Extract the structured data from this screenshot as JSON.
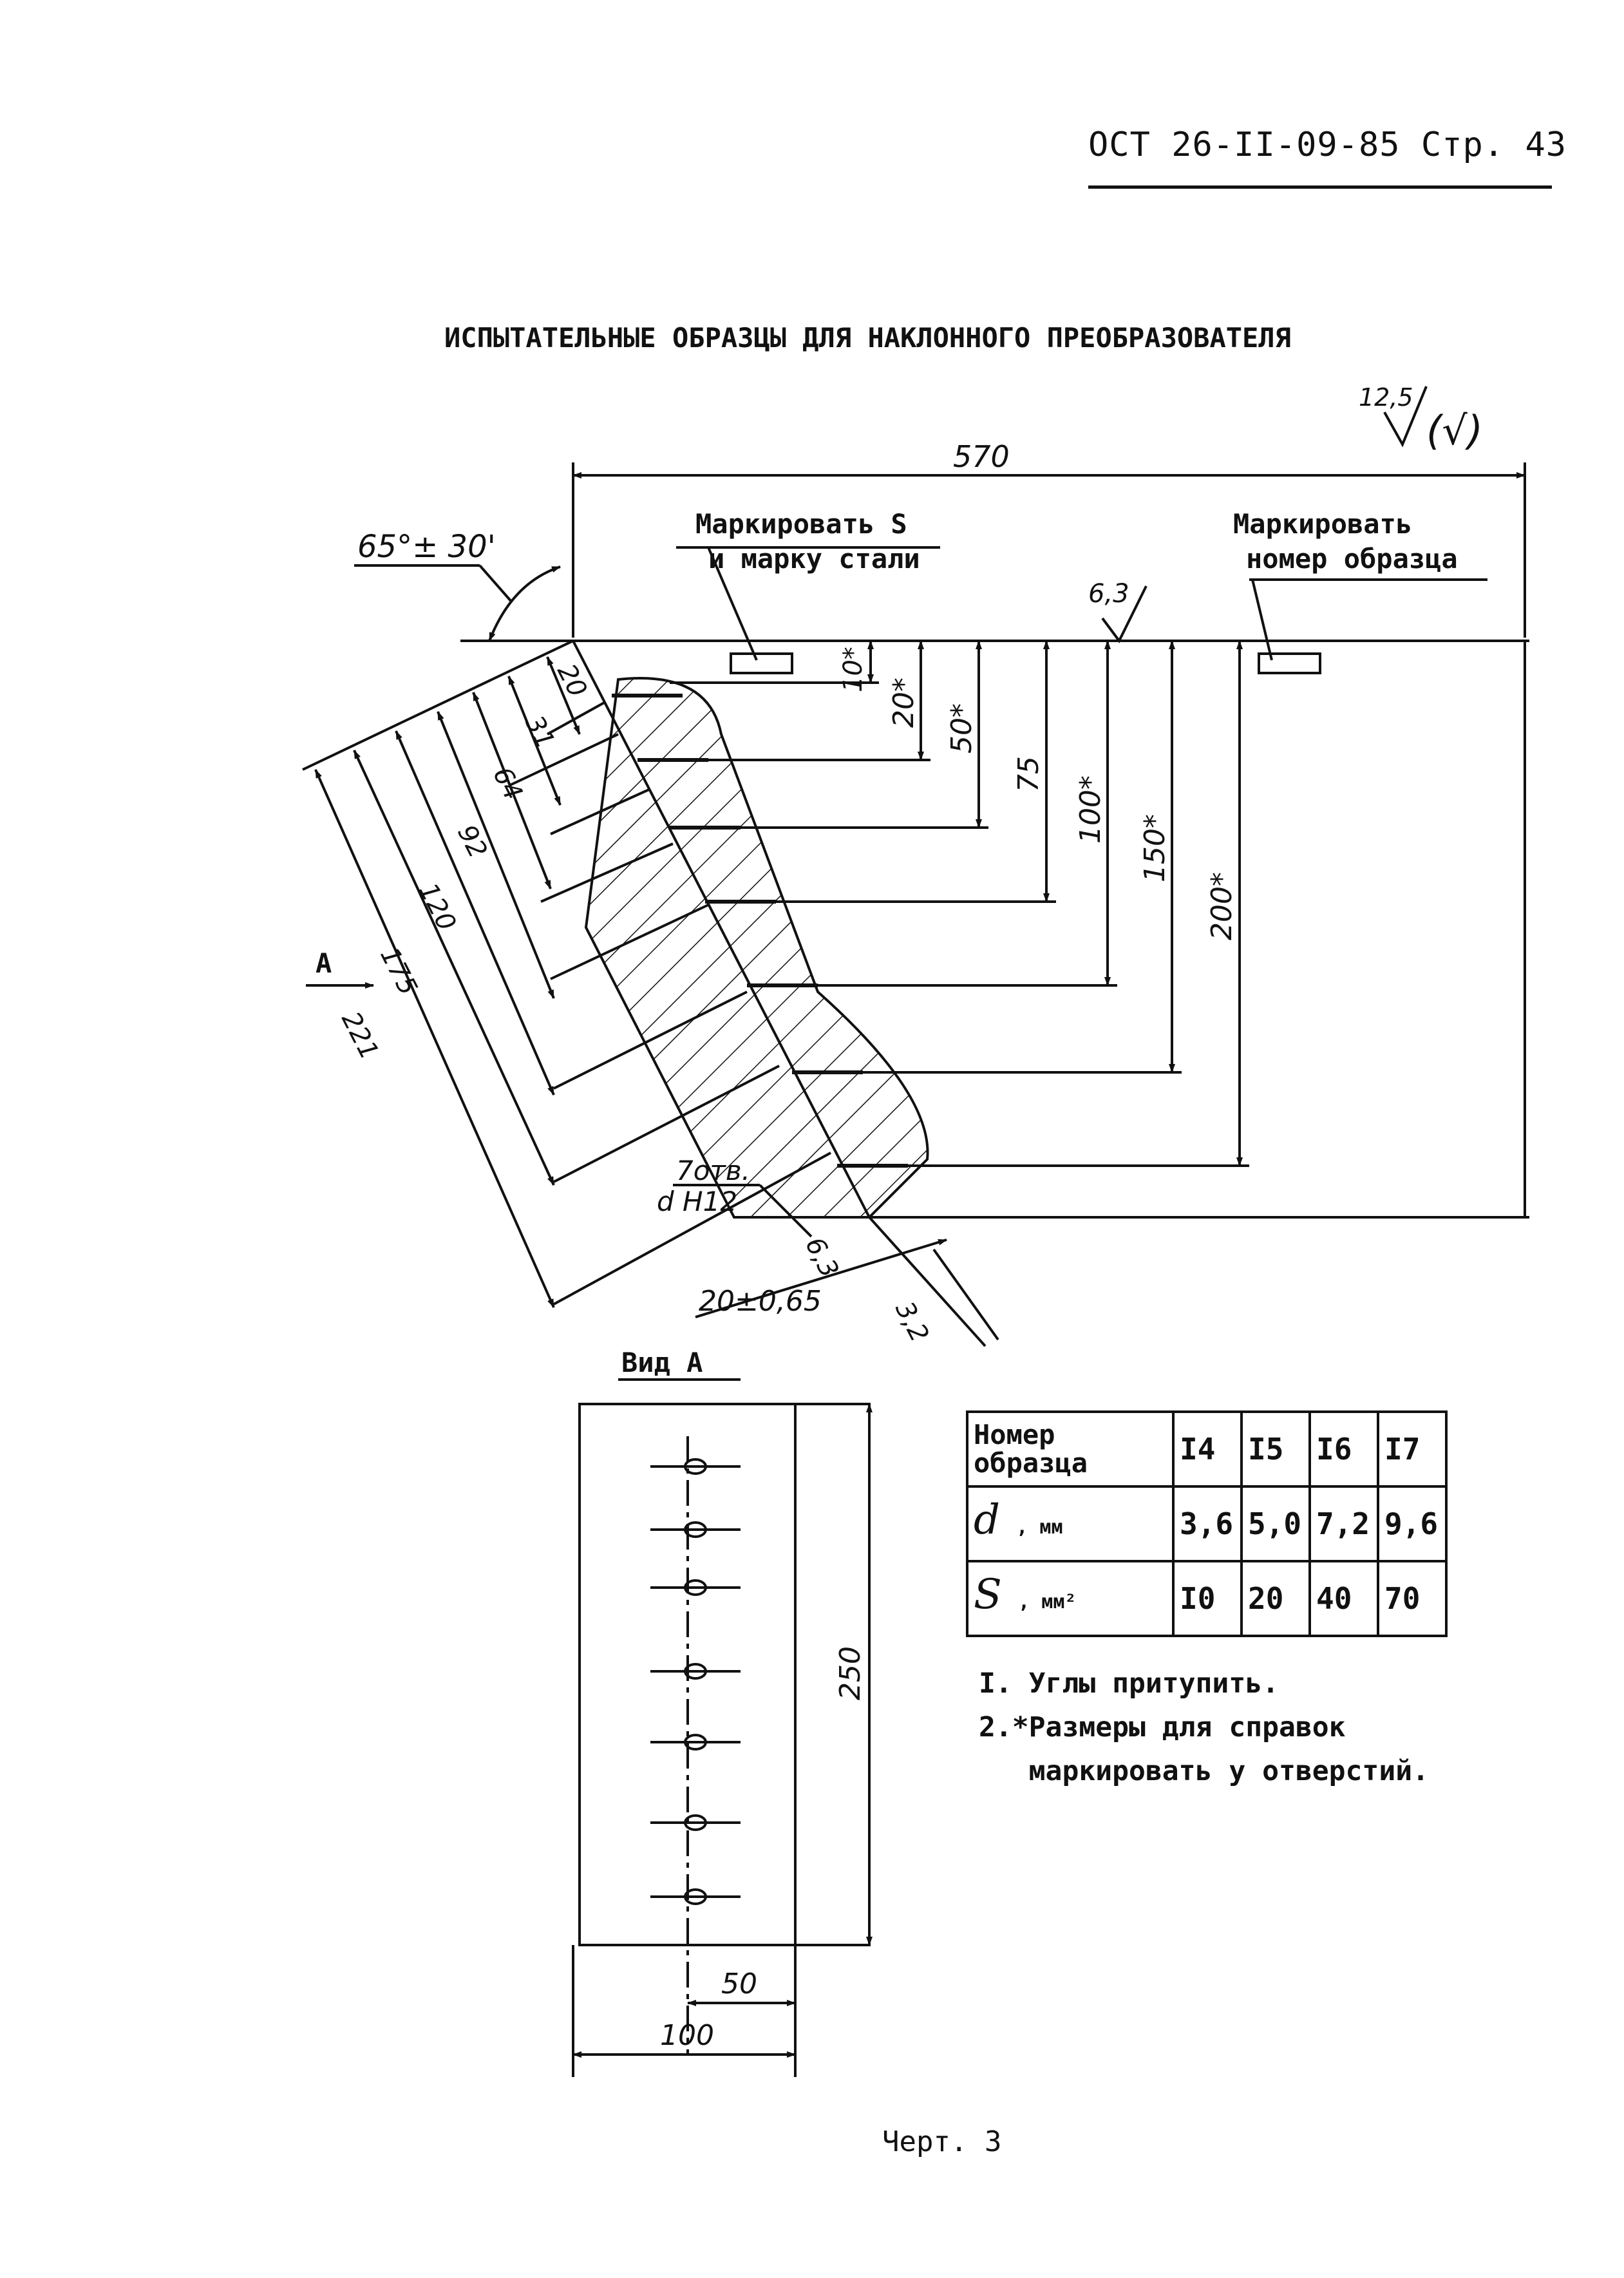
{
  "header": {
    "doc": "ОСТ 26-II-09-85 Стр. 43"
  },
  "title": "ИСПЫТАТЕЛЬНЫЕ ОБРАЗЦЫ ДЛЯ НАКЛОННОГО ПРЕОБРАЗОВАТЕЛЯ",
  "roughness": {
    "general": "12,5",
    "general_paren": "(√)",
    "face": "6,3",
    "holes": "6,3",
    "bevel": "3,2"
  },
  "labels": {
    "mark_s_line1": "Маркировать S",
    "mark_s_line2": "и марку стали",
    "mark_num_line1": "Маркировать",
    "mark_num_line2": "номер образца",
    "angle": "65°± 30'",
    "holes_line1": "7отв.",
    "holes_line2": "d H12",
    "tolerance": "20±0,65",
    "view_arrow": "А",
    "view_title": "Вид А"
  },
  "dimensions": {
    "overall_length": "570",
    "vertical": [
      "10*",
      "20*",
      "50*",
      "75",
      "100*",
      "150*",
      "200*"
    ],
    "inclined": [
      "20",
      "31",
      "64",
      "92",
      "120",
      "175",
      "221"
    ],
    "view_height": "250",
    "view_hole_offset": "50",
    "view_width": "100"
  },
  "table": {
    "header": {
      "line1": "Номер",
      "line2": "образца"
    },
    "numbers": [
      "I4",
      "I5",
      "I6",
      "I7"
    ],
    "d_symbol": "d",
    "d_unit": ", мм",
    "d_values": [
      "3,6",
      "5,0",
      "7,2",
      "9,6"
    ],
    "s_symbol": "S",
    "s_unit": ", мм²",
    "s_values": [
      "I0",
      "20",
      "40",
      "70"
    ]
  },
  "notes": [
    "I. Углы притупить.",
    "2.*Размеры для справок",
    "   маркировать у отверстий."
  ],
  "caption": "Черт. 3"
}
